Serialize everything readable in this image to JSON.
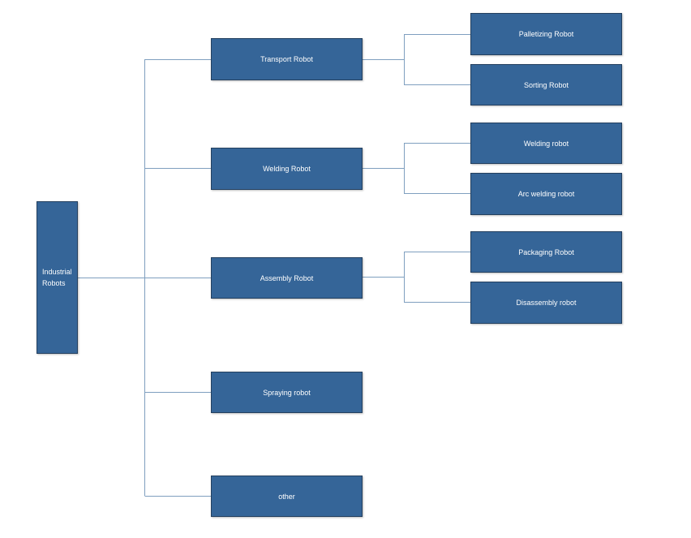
{
  "colors": {
    "node_fill": "#356598",
    "node_border": "#24405f",
    "connector": "#7f9fbf",
    "text": "#ffffff"
  },
  "root": {
    "label": "Industrial\nRobots"
  },
  "branches": [
    {
      "label": "Transport Robot",
      "children": [
        "Palletizing Robot",
        "Sorting Robot"
      ]
    },
    {
      "label": "Welding Robot",
      "children": [
        "Welding robot",
        "Arc welding robot"
      ]
    },
    {
      "label": "Assembly Robot",
      "children": [
        "Packaging Robot",
        "Disassembly robot"
      ]
    },
    {
      "label": "Spraying robot",
      "children": []
    },
    {
      "label": "other",
      "children": []
    }
  ]
}
